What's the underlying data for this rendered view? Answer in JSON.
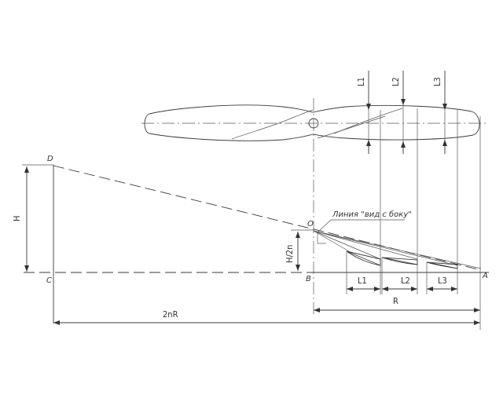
{
  "labels": {
    "point_d": "D",
    "point_c": "C",
    "point_b": "B",
    "point_o": "O",
    "point_a": "A",
    "dim_h": "H",
    "dim_h_half": "H/2n",
    "dim_2nr": "2nR",
    "dim_r": "R",
    "dim_l1_top": "L1",
    "dim_l2_top": "L2",
    "dim_l3_top": "L3",
    "dim_l1_bottom": "L1",
    "dim_l2_bottom": "L2",
    "dim_l3_bottom": "L3",
    "side_view_note": "Линия \"вид с боку\""
  }
}
